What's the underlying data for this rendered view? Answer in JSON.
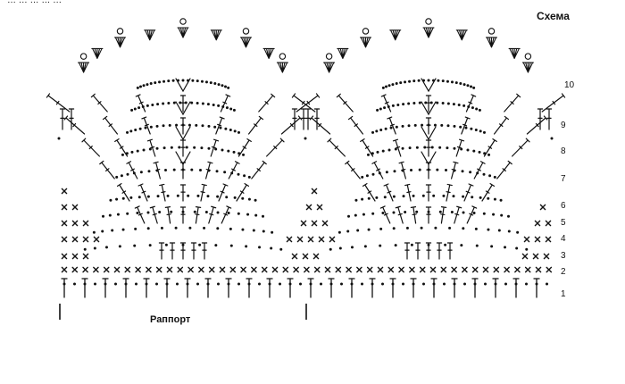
{
  "header_fragment": "… … … … …",
  "title": "Схема",
  "repeat_label": "Раппорт",
  "row_numbers": [
    "1",
    "2",
    "3",
    "4",
    "5",
    "6",
    "7",
    "8",
    "9",
    "10"
  ],
  "legend_symbols": [
    "chain-dot",
    "single-crochet-x",
    "double-crochet-tee",
    "fan-shell",
    "picot-ring"
  ],
  "ink_color": "#111111",
  "background_color": "#ffffff"
}
